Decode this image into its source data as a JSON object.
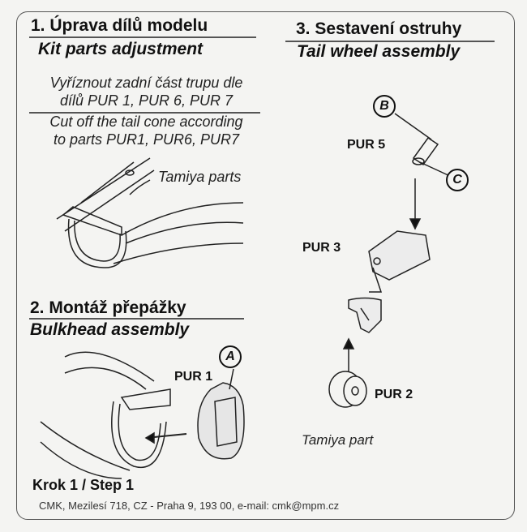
{
  "section1": {
    "title_cz": "1. Úprava dílů modelu",
    "title_en": "Kit parts adjustment",
    "instruction_cz": [
      "Vyříznout zadní část trupu dle",
      "dílů PUR 1, PUR 6, PUR 7"
    ],
    "instruction_en": [
      "Cut off the tail cone according",
      "to parts PUR1, PUR6, PUR7"
    ],
    "label": "Tamiya parts"
  },
  "section2": {
    "title_cz": "2. Montáž přepážky",
    "title_en": "Bulkhead assembly",
    "part_label": "PUR 1",
    "callout": "A"
  },
  "section3": {
    "title_cz": "3. Sestavení ostruhy",
    "title_en": "Tail wheel assembly",
    "part5": "PUR  5",
    "part3": "PUR  3",
    "part2": "PUR 2",
    "callout_b": "B",
    "callout_c": "C",
    "label": "Tamiya part"
  },
  "footer": {
    "step": "Krok 1 / Step 1",
    "address": "CMK, Mezilesí 718, CZ - Praha 9, 193 00,  e-mail: cmk@mpm.cz"
  }
}
